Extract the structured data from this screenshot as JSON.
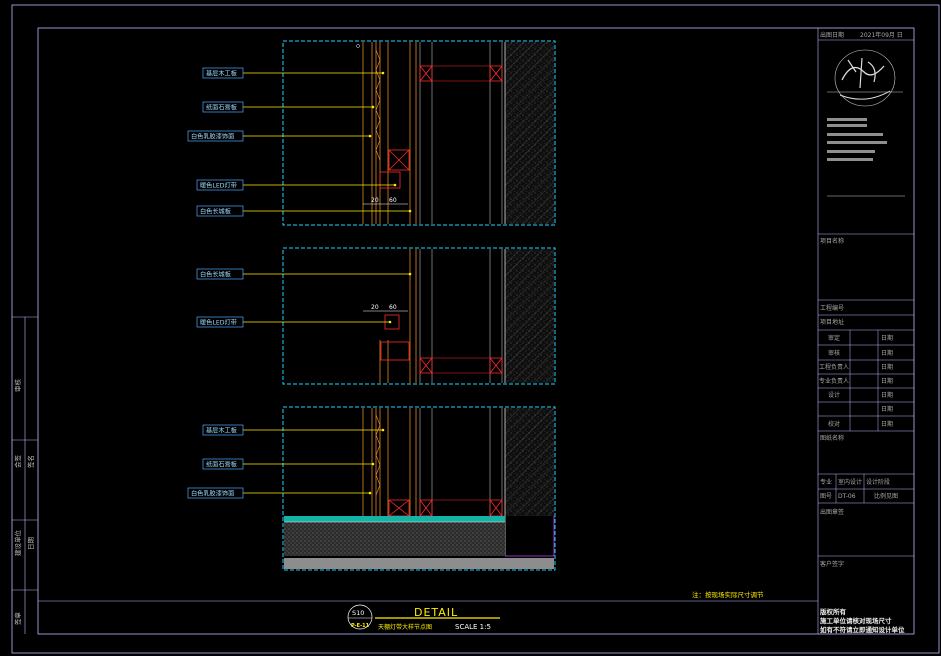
{
  "colors": {
    "background": "#000000",
    "frame": "#b9b9ff",
    "detail_box": "#23d3ff",
    "leader": "#ffee00",
    "wall_line": "#ff9a2e",
    "red": "#ff2b2b",
    "floor_green": "#15b3a6",
    "title_bar": "#ffee00"
  },
  "callouts": {
    "top": [
      "基层木工板",
      "纸面石膏板",
      "白色乳胶漆饰面",
      "暖色LED灯带",
      "白色长城板"
    ],
    "middle": [
      "白色长城板",
      "暖色LED灯带"
    ],
    "bottom": [
      "基层木工板",
      "纸面石膏板",
      "白色乳胶漆饰面"
    ]
  },
  "dimensions": {
    "top_a": "20",
    "top_b": "60",
    "mid_a": "20",
    "mid_b": "60"
  },
  "note": "注：按现场实际尺寸调节",
  "title": {
    "badge_number": "S10",
    "badge_code": "P-E-11",
    "heading": "DETAIL",
    "subtitle": "天棚灯带大样节点图",
    "scale": "SCALE 1:5"
  },
  "title_block": {
    "date_label": "出图日期",
    "date_value": "2021年09月 日",
    "project_name_label": "项目名称",
    "project_no_label": "工程编号",
    "project_location_label": "项目地址",
    "roles": [
      "审定",
      "审核",
      "工程负责人",
      "专业负责人",
      "设计",
      "",
      "校对"
    ],
    "date_word": "日期",
    "drawing_name_label": "图纸名称",
    "discipline_label": "专业",
    "discipline_value": "室内设计",
    "phase_value": "设计阶段",
    "drawing_no_label": "图号",
    "drawing_no_value": "DT-06",
    "scale_label": "比例见图",
    "stamp_label": "出图章签",
    "client_label": "客户签字",
    "copyright_title": "版权所有",
    "copyright_lines": [
      "施工单位请核对现场尺寸",
      "如有不符请立即通知设计单位"
    ]
  },
  "left_strip": [
    "审核",
    "会签",
    "签名",
    "日期",
    "建设单位",
    "签章"
  ]
}
